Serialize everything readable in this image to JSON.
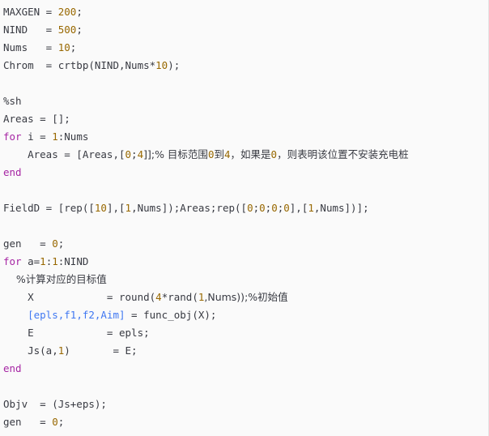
{
  "colors": {
    "background": "#fafafa",
    "text": "#383a42",
    "keyword": "#a626a4",
    "number": "#986801",
    "variable_highlight": "#4078f2"
  },
  "code": {
    "lines": [
      [
        {
          "t": "MAXGEN = ",
          "c": "plain"
        },
        {
          "t": "200",
          "c": "num"
        },
        {
          "t": ";",
          "c": "plain"
        }
      ],
      [
        {
          "t": "NIND   = ",
          "c": "plain"
        },
        {
          "t": "500",
          "c": "num"
        },
        {
          "t": ";",
          "c": "plain"
        }
      ],
      [
        {
          "t": "Nums   = ",
          "c": "plain"
        },
        {
          "t": "10",
          "c": "num"
        },
        {
          "t": ";",
          "c": "plain"
        }
      ],
      [
        {
          "t": "Chrom  = crtbp(NIND,Nums*",
          "c": "plain"
        },
        {
          "t": "10",
          "c": "num"
        },
        {
          "t": ");",
          "c": "plain"
        }
      ],
      [],
      [
        {
          "t": "%sh",
          "c": "plain"
        }
      ],
      [
        {
          "t": "Areas = [];",
          "c": "plain"
        }
      ],
      [
        {
          "t": "for",
          "c": "kw"
        },
        {
          "t": " i = ",
          "c": "plain"
        },
        {
          "t": "1",
          "c": "num"
        },
        {
          "t": ":Nums",
          "c": "plain"
        }
      ],
      [
        {
          "t": "    Areas = [Areas,[",
          "c": "plain"
        },
        {
          "t": "0",
          "c": "num"
        },
        {
          "t": ";",
          "c": "plain"
        },
        {
          "t": "4",
          "c": "num"
        },
        {
          "t": "]];% 目标范围",
          "c": "plain"
        },
        {
          "t": "0",
          "c": "num"
        },
        {
          "t": "到",
          "c": "plain"
        },
        {
          "t": "4",
          "c": "num"
        },
        {
          "t": "，如果是",
          "c": "plain"
        },
        {
          "t": "0",
          "c": "num"
        },
        {
          "t": "，则表明该位置不安装充电桩",
          "c": "plain"
        }
      ],
      [
        {
          "t": "end",
          "c": "kw"
        }
      ],
      [],
      [
        {
          "t": "FieldD = [rep([",
          "c": "plain"
        },
        {
          "t": "10",
          "c": "num"
        },
        {
          "t": "],[",
          "c": "plain"
        },
        {
          "t": "1",
          "c": "num"
        },
        {
          "t": ",Nums]);Areas;rep([",
          "c": "plain"
        },
        {
          "t": "0",
          "c": "num"
        },
        {
          "t": ";",
          "c": "plain"
        },
        {
          "t": "0",
          "c": "num"
        },
        {
          "t": ";",
          "c": "plain"
        },
        {
          "t": "0",
          "c": "num"
        },
        {
          "t": ";",
          "c": "plain"
        },
        {
          "t": "0",
          "c": "num"
        },
        {
          "t": "],[",
          "c": "plain"
        },
        {
          "t": "1",
          "c": "num"
        },
        {
          "t": ",Nums])];",
          "c": "plain"
        }
      ],
      [],
      [
        {
          "t": "gen   = ",
          "c": "plain"
        },
        {
          "t": "0",
          "c": "num"
        },
        {
          "t": ";",
          "c": "plain"
        }
      ],
      [
        {
          "t": "for",
          "c": "kw"
        },
        {
          "t": " a=",
          "c": "plain"
        },
        {
          "t": "1",
          "c": "num"
        },
        {
          "t": ":",
          "c": "plain"
        },
        {
          "t": "1",
          "c": "num"
        },
        {
          "t": ":NIND",
          "c": "plain"
        }
      ],
      [
        {
          "t": "    %计算对应的目标值",
          "c": "plain"
        }
      ],
      [
        {
          "t": "    X            = round(",
          "c": "plain"
        },
        {
          "t": "4",
          "c": "num"
        },
        {
          "t": "*rand(",
          "c": "plain"
        },
        {
          "t": "1",
          "c": "num"
        },
        {
          "t": ",Nums));%初始值",
          "c": "plain"
        }
      ],
      [
        {
          "t": "    ",
          "c": "plain"
        },
        {
          "t": "[epls,f1,f2,Aim]",
          "c": "blue"
        },
        {
          "t": " = func_obj(X);",
          "c": "plain"
        }
      ],
      [
        {
          "t": "    E            = epls;",
          "c": "plain"
        }
      ],
      [
        {
          "t": "    Js(a,",
          "c": "plain"
        },
        {
          "t": "1",
          "c": "num"
        },
        {
          "t": ")       = E;",
          "c": "plain"
        }
      ],
      [
        {
          "t": "end",
          "c": "kw"
        }
      ],
      [],
      [
        {
          "t": "Objv  = (Js+eps);",
          "c": "plain"
        }
      ],
      [
        {
          "t": "gen   = ",
          "c": "plain"
        },
        {
          "t": "0",
          "c": "num"
        },
        {
          "t": ";",
          "c": "plain"
        }
      ]
    ]
  }
}
